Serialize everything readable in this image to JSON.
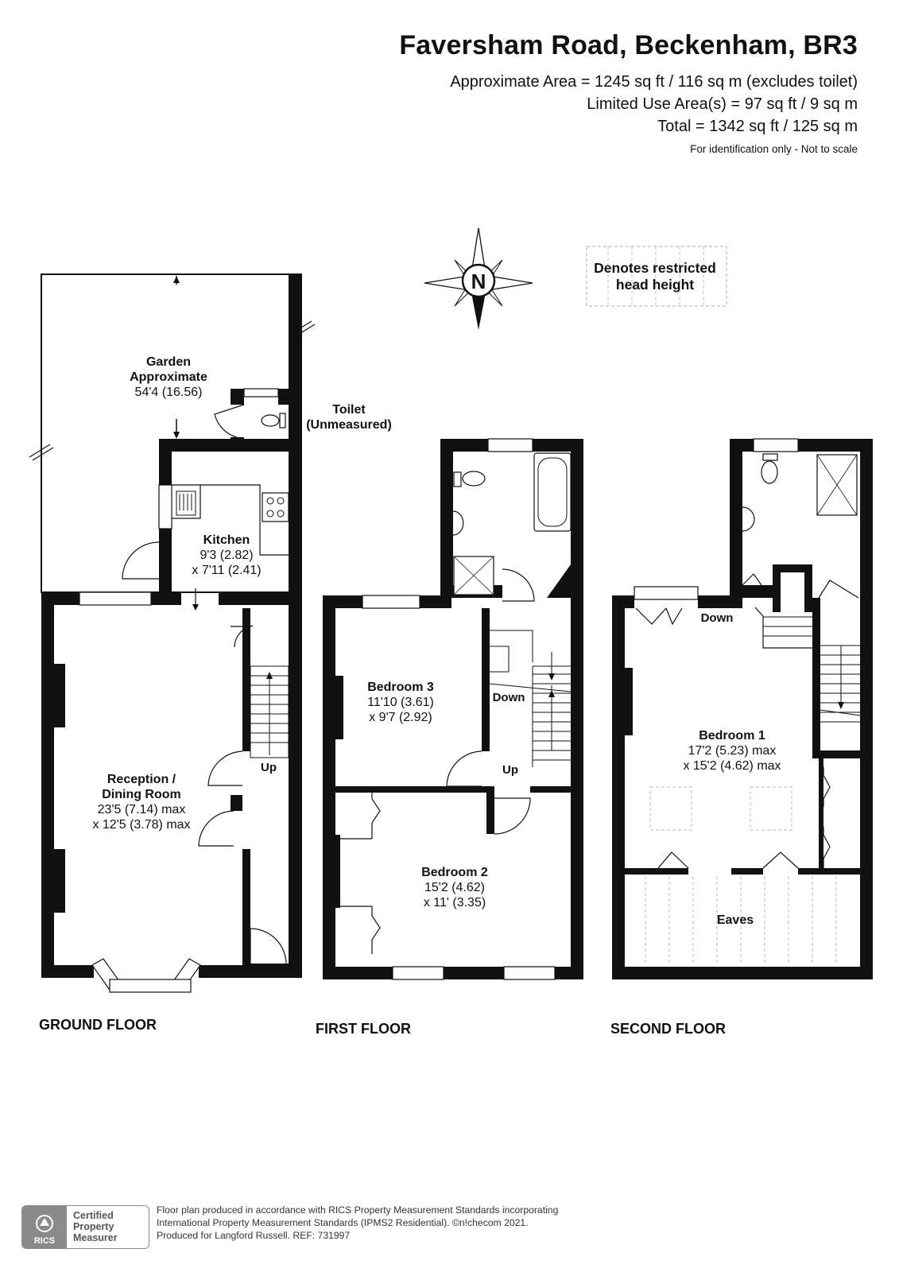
{
  "header": {
    "title": "Faversham Road, Beckenham, BR3",
    "area_line": "Approximate Area = 1245 sq ft / 116 sq m (excludes toilet)",
    "limited_line": "Limited Use Area(s) = 97 sq ft / 9 sq m",
    "total_line": "Total = 1342 sq ft / 125 sq m",
    "note": "For identification only - Not to scale"
  },
  "compass": {
    "letter": "N"
  },
  "legend": {
    "line1": "Denotes restricted",
    "line2": "head height"
  },
  "ground": {
    "label": "GROUND FLOOR",
    "garden": {
      "name1": "Garden",
      "name2": "Approximate",
      "dim": "54'4 (16.56)"
    },
    "toilet": {
      "name1": "Toilet",
      "name2": "(Unmeasured)"
    },
    "kitchen": {
      "name": "Kitchen",
      "dim1": "9'3 (2.82)",
      "dim2": "x 7'11 (2.41)"
    },
    "reception": {
      "name1": "Reception /",
      "name2": "Dining Room",
      "dim1": "23'5 (7.14) max",
      "dim2": "x 12'5 (3.78) max"
    },
    "stairs": "Up"
  },
  "first": {
    "label": "FIRST FLOOR",
    "bed3": {
      "name": "Bedroom 3",
      "dim1": "11'10 (3.61)",
      "dim2": "x 9'7 (2.92)"
    },
    "bed2": {
      "name": "Bedroom 2",
      "dim1": "15'2 (4.62)",
      "dim2": "x 11' (3.35)"
    },
    "down": "Down",
    "up": "Up"
  },
  "second": {
    "label": "SECOND FLOOR",
    "bed1": {
      "name": "Bedroom 1",
      "dim1": "17'2 (5.23) max",
      "dim2": "x 15'2 (4.62) max"
    },
    "eaves": "Eaves",
    "down": "Down"
  },
  "footer": {
    "line1": "Floor plan produced in accordance with RICS Property Measurement Standards incorporating",
    "line2": "International Property Measurement Standards (IPMS2 Residential).   ©n!checom 2021.",
    "line3": "Produced for Langford Russell.   REF: 731997",
    "rics": "RICS",
    "cert1": "Certified",
    "cert2": "Property",
    "cert3": "Measurer"
  }
}
